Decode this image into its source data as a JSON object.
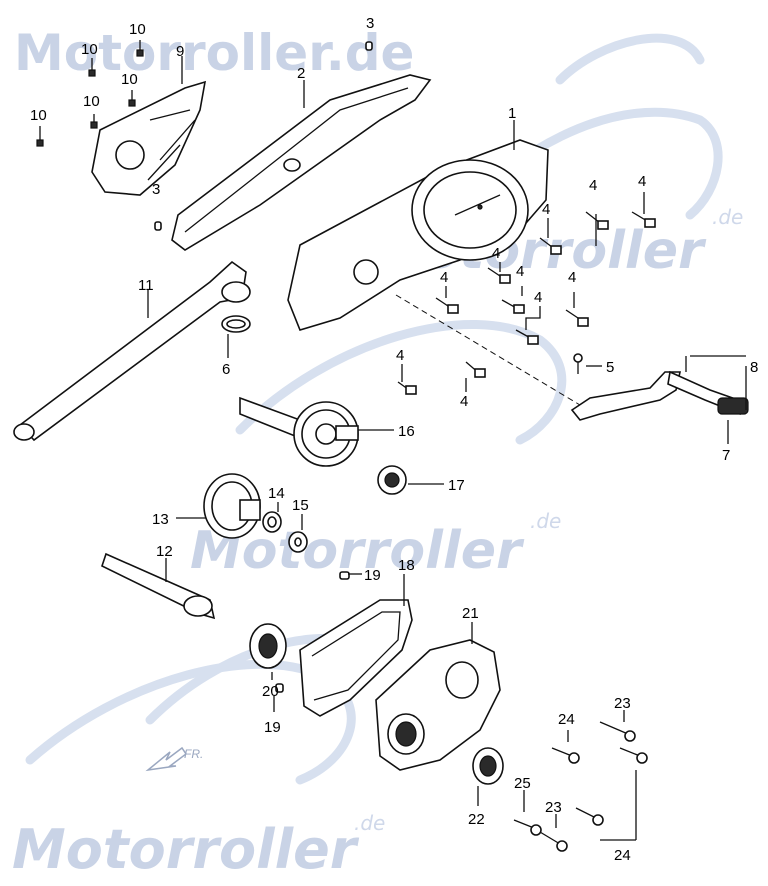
{
  "watermark": {
    "brand": "Motorroller",
    "full": "Motorroller.de",
    "suffix": ".de",
    "color": "#c9d3e6"
  },
  "direction_marker": "FR.",
  "callouts": [
    {
      "id": "c1",
      "text": "1"
    },
    {
      "id": "c2",
      "text": "2"
    },
    {
      "id": "c3a",
      "text": "3"
    },
    {
      "id": "c3b",
      "text": "3"
    },
    {
      "id": "c4a",
      "text": "4"
    },
    {
      "id": "c4b",
      "text": "4"
    },
    {
      "id": "c4c",
      "text": "4"
    },
    {
      "id": "c4d",
      "text": "4"
    },
    {
      "id": "c4e",
      "text": "4"
    },
    {
      "id": "c4f",
      "text": "4"
    },
    {
      "id": "c4g",
      "text": "4"
    },
    {
      "id": "c4h",
      "text": "4"
    },
    {
      "id": "c4i",
      "text": "4"
    },
    {
      "id": "c4j",
      "text": "4"
    },
    {
      "id": "c5",
      "text": "5"
    },
    {
      "id": "c6",
      "text": "6"
    },
    {
      "id": "c7",
      "text": "7"
    },
    {
      "id": "c8",
      "text": "8"
    },
    {
      "id": "c9",
      "text": "9"
    },
    {
      "id": "c10a",
      "text": "10"
    },
    {
      "id": "c10b",
      "text": "10"
    },
    {
      "id": "c10c",
      "text": "10"
    },
    {
      "id": "c10d",
      "text": "10"
    },
    {
      "id": "c10e",
      "text": "10"
    },
    {
      "id": "c11",
      "text": "11"
    },
    {
      "id": "c12",
      "text": "12"
    },
    {
      "id": "c13",
      "text": "13"
    },
    {
      "id": "c14",
      "text": "14"
    },
    {
      "id": "c15",
      "text": "15"
    },
    {
      "id": "c16",
      "text": "16"
    },
    {
      "id": "c17",
      "text": "17"
    },
    {
      "id": "c18",
      "text": "18"
    },
    {
      "id": "c19a",
      "text": "19"
    },
    {
      "id": "c19b",
      "text": "19"
    },
    {
      "id": "c20",
      "text": "20"
    },
    {
      "id": "c21",
      "text": "21"
    },
    {
      "id": "c22",
      "text": "22"
    },
    {
      "id": "c23a",
      "text": "23"
    },
    {
      "id": "c23b",
      "text": "23"
    },
    {
      "id": "c24a",
      "text": "24"
    },
    {
      "id": "c24b",
      "text": "24"
    },
    {
      "id": "c25",
      "text": "25"
    }
  ]
}
